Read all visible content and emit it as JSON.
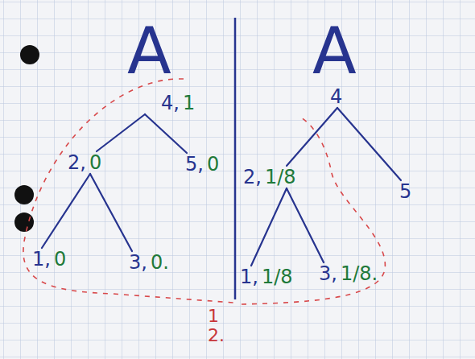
{
  "diagram": {
    "nodes": [
      {
        "text": [
          "4,",
          "1"
        ]
      },
      {
        "text": [
          "2,",
          "0"
        ]
      },
      {
        "text": [
          "5,",
          "0"
        ]
      },
      {
        "text": [
          "1,",
          "0"
        ]
      },
      {
        "text": [
          "3,",
          "0."
        ]
      },
      {
        "text": [
          "4"
        ]
      },
      {
        "text": [
          "2,",
          "1/8"
        ]
      },
      {
        "text": [
          "5"
        ]
      },
      {
        "text": [
          "1,",
          "1/8"
        ]
      },
      {
        "text": [
          "3,",
          "1/8."
        ]
      }
    ],
    "edges": [
      {
        "from": 0,
        "to": 1,
        "arrow": "none"
      },
      {
        "from": 0,
        "to": 2,
        "arrow": "none"
      },
      {
        "from": 1,
        "to": 3,
        "arrow": "none"
      },
      {
        "from": 1,
        "to": 4,
        "arrow": "none"
      },
      {
        "from": 5,
        "to": 6,
        "arrow": "none"
      },
      {
        "from": 5,
        "to": 7,
        "arrow": "none"
      },
      {
        "from": 6,
        "to": 8,
        "arrow": "none"
      },
      {
        "from": 6,
        "to": 9,
        "arrow": "none"
      }
    ],
    "labels": [
      "A",
      "A",
      "1",
      "2."
    ]
  }
}
